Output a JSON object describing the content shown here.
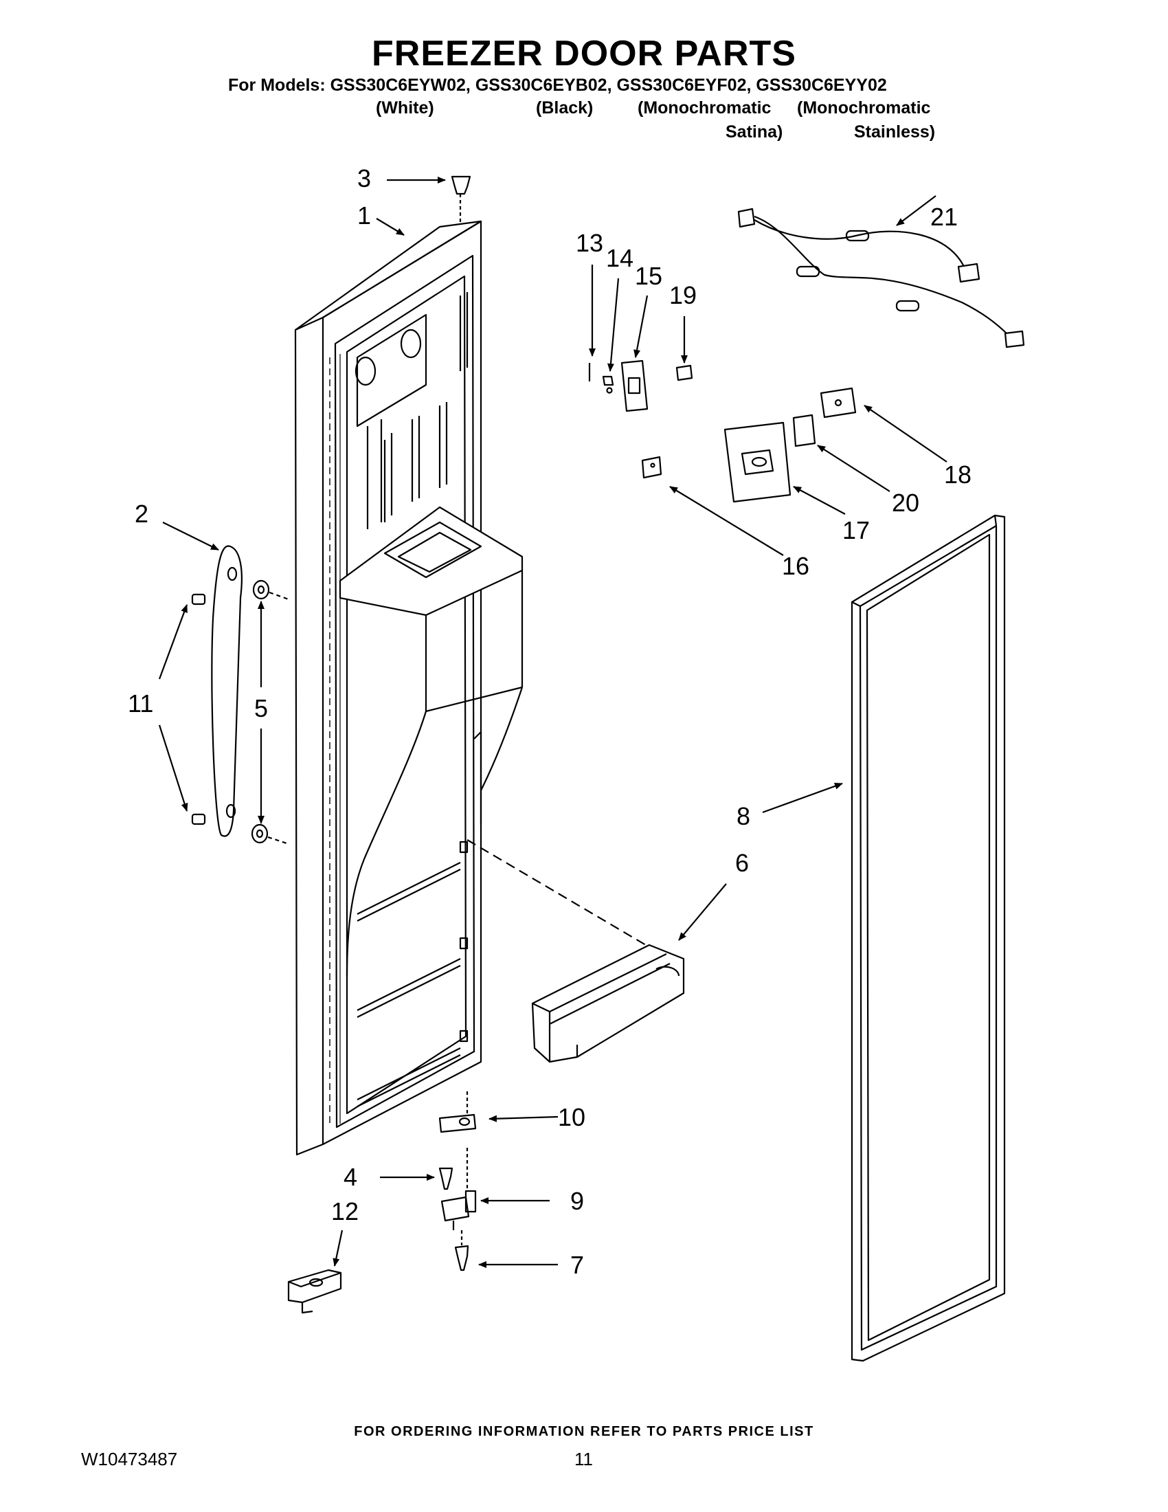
{
  "header": {
    "title": "FREEZER DOOR PARTS",
    "models_line": "For Models: GSS30C6EYW02, GSS30C6EYB02, GSS30C6EYF02, GSS30C6EYY02",
    "variants": {
      "white": "(White)",
      "black": "(Black)",
      "mono_satina_1": "(Monochromatic",
      "mono_satina_2": "Satina)",
      "mono_stainless_1": "(Monochromatic",
      "mono_stainless_2": "Stainless)"
    }
  },
  "callouts": {
    "c1": "1",
    "c2": "2",
    "c3": "3",
    "c4": "4",
    "c5": "5",
    "c6": "6",
    "c7": "7",
    "c8": "8",
    "c9": "9",
    "c10": "10",
    "c11": "11",
    "c12": "12",
    "c13": "13",
    "c14": "14",
    "c15": "15",
    "c16": "16",
    "c17": "17",
    "c18": "18",
    "c19": "19",
    "c20": "20",
    "c21": "21"
  },
  "footer": {
    "ordering_note": "FOR ORDERING INFORMATION REFER TO PARTS PRICE LIST",
    "doc_number": "W10473487",
    "page_number": "11"
  }
}
